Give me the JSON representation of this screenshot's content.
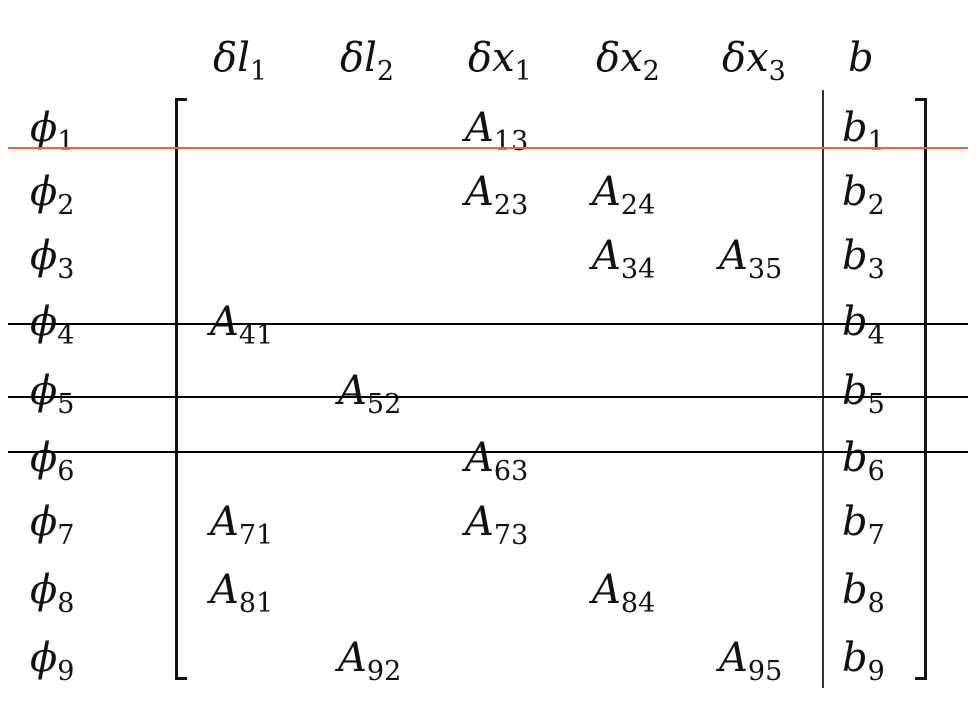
{
  "matrix": {
    "columns": [
      {
        "base": "δl",
        "sub": "1"
      },
      {
        "base": "δl",
        "sub": "2"
      },
      {
        "base": "δx",
        "sub": "1"
      },
      {
        "base": "δx",
        "sub": "2"
      },
      {
        "base": "δx",
        "sub": "3"
      },
      {
        "base": "b",
        "sub": ""
      }
    ],
    "rows": [
      {
        "label": {
          "base": "ϕ",
          "sub": "1"
        },
        "cells": [
          {
            "col": 2,
            "base": "A",
            "sub": "13"
          }
        ],
        "b": {
          "base": "b",
          "sub": "1"
        }
      },
      {
        "label": {
          "base": "ϕ",
          "sub": "2"
        },
        "cells": [
          {
            "col": 2,
            "base": "A",
            "sub": "23"
          },
          {
            "col": 3,
            "base": "A",
            "sub": "24"
          }
        ],
        "b": {
          "base": "b",
          "sub": "2"
        }
      },
      {
        "label": {
          "base": "ϕ",
          "sub": "3"
        },
        "cells": [
          {
            "col": 3,
            "base": "A",
            "sub": "34"
          },
          {
            "col": 4,
            "base": "A",
            "sub": "35"
          }
        ],
        "b": {
          "base": "b",
          "sub": "3"
        }
      },
      {
        "label": {
          "base": "ϕ",
          "sub": "4"
        },
        "cells": [
          {
            "col": 0,
            "base": "A",
            "sub": "41"
          }
        ],
        "b": {
          "base": "b",
          "sub": "4"
        }
      },
      {
        "label": {
          "base": "ϕ",
          "sub": "5"
        },
        "cells": [
          {
            "col": 1,
            "base": "A",
            "sub": "52"
          }
        ],
        "b": {
          "base": "b",
          "sub": "5"
        }
      },
      {
        "label": {
          "base": "ϕ",
          "sub": "6"
        },
        "cells": [
          {
            "col": 2,
            "base": "A",
            "sub": "63"
          }
        ],
        "b": {
          "base": "b",
          "sub": "6"
        }
      },
      {
        "label": {
          "base": "ϕ",
          "sub": "7"
        },
        "cells": [
          {
            "col": 0,
            "base": "A",
            "sub": "71"
          },
          {
            "col": 2,
            "base": "A",
            "sub": "73"
          }
        ],
        "b": {
          "base": "b",
          "sub": "7"
        }
      },
      {
        "label": {
          "base": "ϕ",
          "sub": "8"
        },
        "cells": [
          {
            "col": 0,
            "base": "A",
            "sub": "81"
          },
          {
            "col": 3,
            "base": "A",
            "sub": "84"
          }
        ],
        "b": {
          "base": "b",
          "sub": "8"
        }
      },
      {
        "label": {
          "base": "ϕ",
          "sub": "9"
        },
        "cells": [
          {
            "col": 1,
            "base": "A",
            "sub": "92"
          },
          {
            "col": 4,
            "base": "A",
            "sub": "95"
          }
        ],
        "b": {
          "base": "b",
          "sub": "9"
        }
      }
    ],
    "struck_rows": [
      "ϕ4",
      "ϕ5",
      "ϕ6"
    ],
    "marker_line_color": "#d96b4a",
    "strike_line_color": "#000000"
  }
}
